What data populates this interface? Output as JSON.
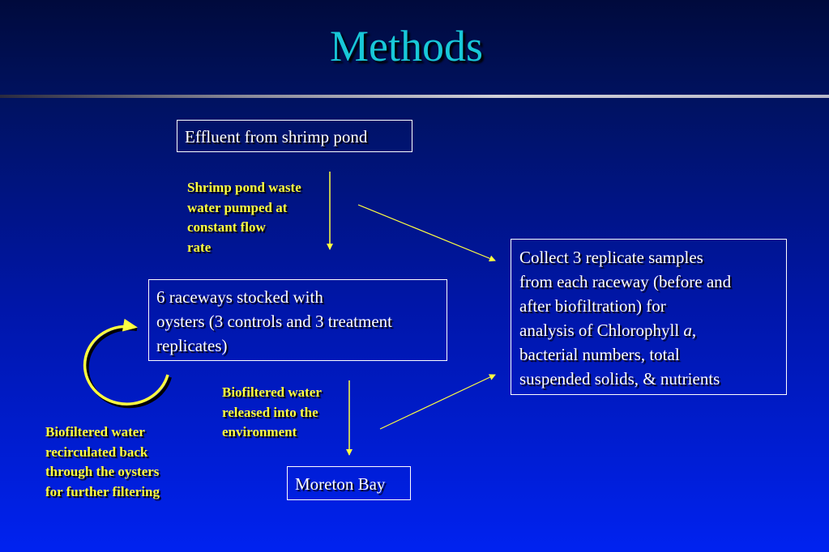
{
  "title": "Methods",
  "boxes": {
    "effluent": "Effluent from shrimp pond",
    "raceways": "6 raceways stocked with\noysters (3 controls and 3 treatment\nreplicates)",
    "collect_before": "Collect 3 replicate samples\nfrom each raceway (before and\nafter biofiltration) for\nanalysis of Chlorophyll ",
    "collect_italic": "a",
    "collect_after": ",\nbacterial numbers, total\nsuspended solids,  & nutrients",
    "moreton": "Moreton Bay"
  },
  "labels": {
    "pumped": "Shrimp pond waste\nwater pumped at\nconstant flow\nrate",
    "released": "Biofiltered water\nreleased into the\nenvironment",
    "recirculated": "Biofiltered water\nrecirculated back\nthrough the oysters\nfor further filtering"
  },
  "colors": {
    "title": "#18c8d8",
    "label": "#ffff40",
    "arrow": "#ffff40",
    "box_text": "#ffffff"
  }
}
